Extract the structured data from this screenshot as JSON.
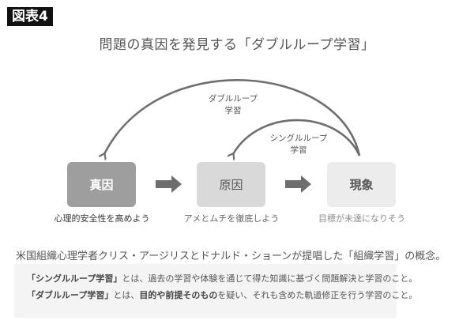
{
  "figure_label": "図表4",
  "title": "問題の真因を発見する「ダブルループ学習」",
  "loops": {
    "double": {
      "line1": "ダブルループ",
      "line2": "学習"
    },
    "single": {
      "line1": "シングルループ",
      "line2": "学習"
    }
  },
  "boxes": [
    {
      "label": "真因",
      "caption": "心理的安全性を高めよう",
      "color": "#9e9e9e"
    },
    {
      "label": "原因",
      "caption": "アメとムチを徹底しよう",
      "color": "#d9d9d9"
    },
    {
      "label": "現象",
      "caption": "目標が未達になりそう",
      "color": "#ececec"
    }
  ],
  "arrow_color": "#6e6e6e",
  "description": "米国組織心理学者クリス・アージリスとドナルド・ショーンが提唱した「組織学習」の概念。",
  "notes": [
    {
      "term": "「シングルループ学習」",
      "rest_a": "とは、過去の学習や体験を通じて得た知識に基づく問題解決と学習のこと。",
      "emph": "",
      "rest_b": ""
    },
    {
      "term": "「ダブルループ学習」",
      "rest_a": "とは、",
      "emph": "目的や前提そのもの",
      "rest_b": "を疑い、それも含めた軌道修正を行う学習のこと。"
    }
  ]
}
